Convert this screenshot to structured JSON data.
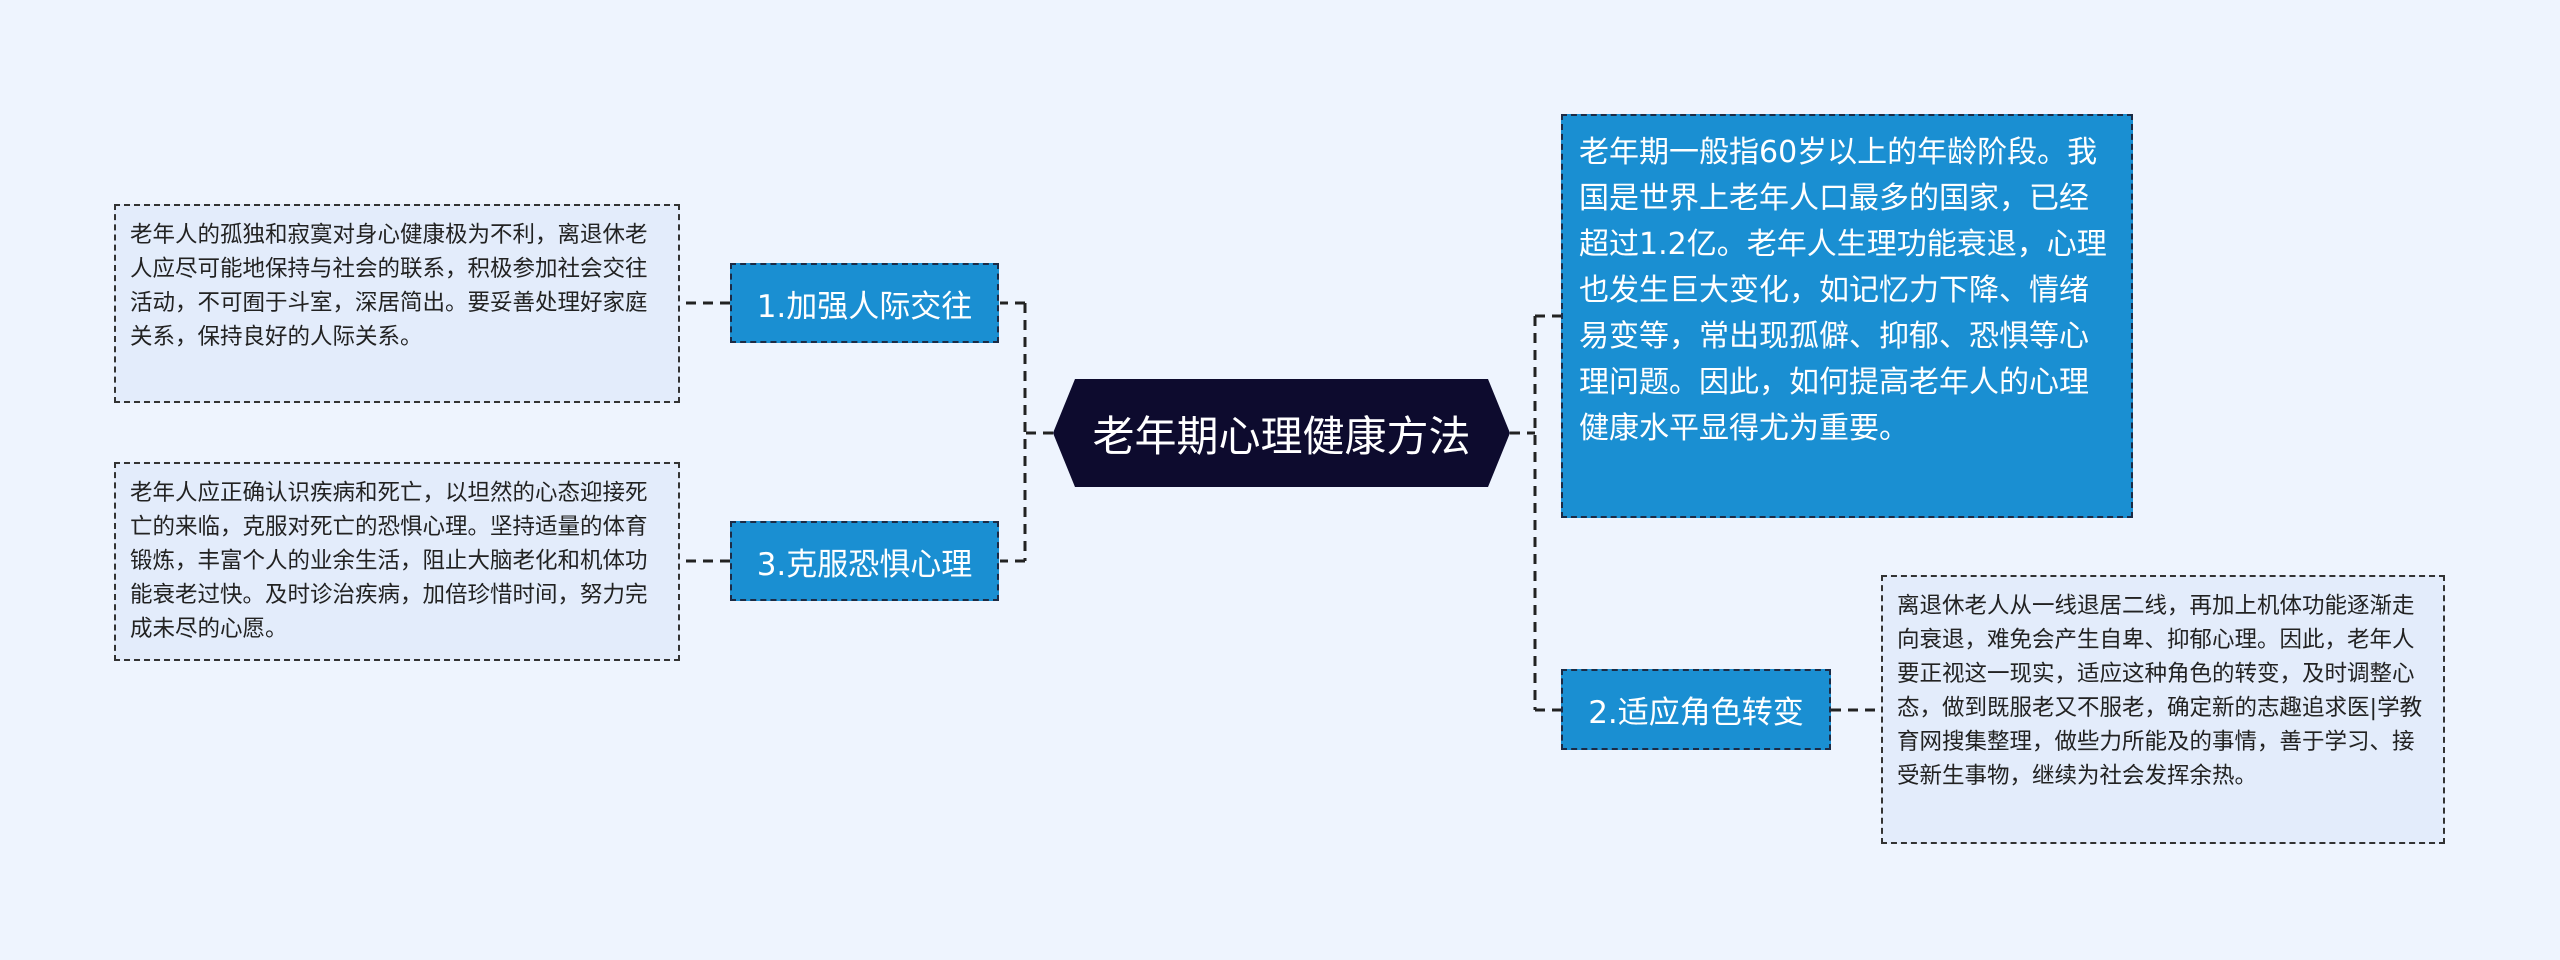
{
  "center": {
    "title": "老年期心理健康方法"
  },
  "intro": {
    "text": "老年期一般指60岁以上的年龄阶段。我国是世界上老年人口最多的国家，已经超过1.2亿。老年人生理功能衰退，心理也发生巨大变化，如记忆力下降、情绪易变等，常出现孤僻、抑郁、恐惧等心理问题。因此，如何提高老年人的心理健康水平显得尤为重要。"
  },
  "branches": [
    {
      "label": "1.加强人际交往",
      "detail": "老年人的孤独和寂寞对身心健康极为不利，离退休老人应尽可能地保持与社会的联系，积极参加社会交往活动，不可囿于斗室，深居简出。要妥善处理好家庭关系，保持良好的人际关系。"
    },
    {
      "label": "2.适应角色转变",
      "detail": "离退休老人从一线退居二线，再加上机体功能逐渐走向衰退，难免会产生自卑、抑郁心理。因此，老年人要正视这一现实，适应这种角色的转变，及时调整心态，做到既服老又不服老，确定新的志趣追求医|学教育网搜集整理，做些力所能及的事情，善于学习、接受新生事物，继续为社会发挥余热。"
    },
    {
      "label": "3.克服恐惧心理",
      "detail": "老年人应正确认识疾病和死亡，以坦然的心态迎接死亡的来临，克服对死亡的恐惧心理。坚持适量的体育锻炼，丰富个人的业余生活，阻止大脑老化和机体功能衰老过快。及时诊治疾病，加倍珍惜时间，努力完成未尽的心愿。"
    }
  ]
}
